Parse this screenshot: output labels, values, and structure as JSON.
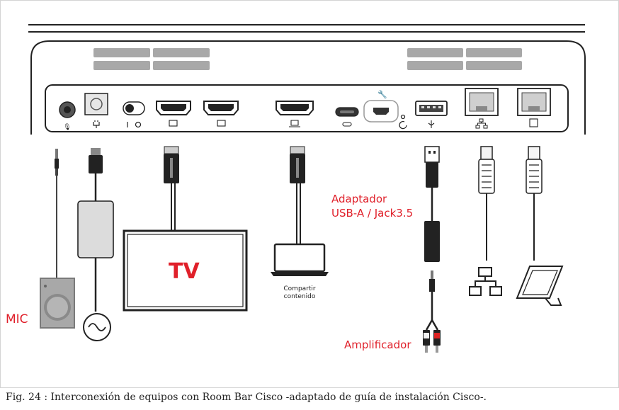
{
  "labels": {
    "tv": "TV",
    "mic": "MIC",
    "adapter_line1": "Adaptador",
    "adapter_line2": "USB-A / Jack3.5",
    "amplifier": "Amplificador",
    "share_line1": "Compartir",
    "share_line2": "contenido"
  },
  "caption": "Fig. 24 : Interconexión de equipos con Room Bar Cisco -adaptado de guía de instalación Cisco-.",
  "colors": {
    "label_red": "#e0202a",
    "device_outline": "#222222",
    "panel_gray": "#a8a8a8"
  }
}
